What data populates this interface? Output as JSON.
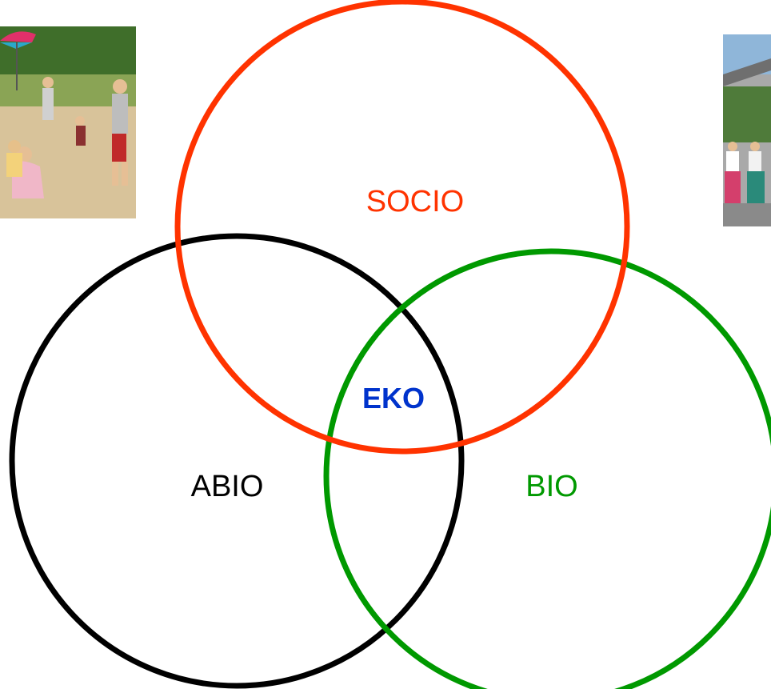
{
  "diagram": {
    "sets": [
      {
        "key": "socio",
        "label": "SOCIO",
        "color": "#ff3300"
      },
      {
        "key": "abio",
        "label": "ABIO",
        "color": "#000000"
      },
      {
        "key": "bio",
        "label": "BIO",
        "color": "#009900"
      }
    ],
    "intersection": {
      "label": "EKO",
      "color": "#0033cc"
    }
  },
  "images": {
    "left": {
      "subject": "children playing in a sandbox"
    },
    "right": {
      "subject": "folk dancers in traditional costumes outdoors"
    }
  }
}
